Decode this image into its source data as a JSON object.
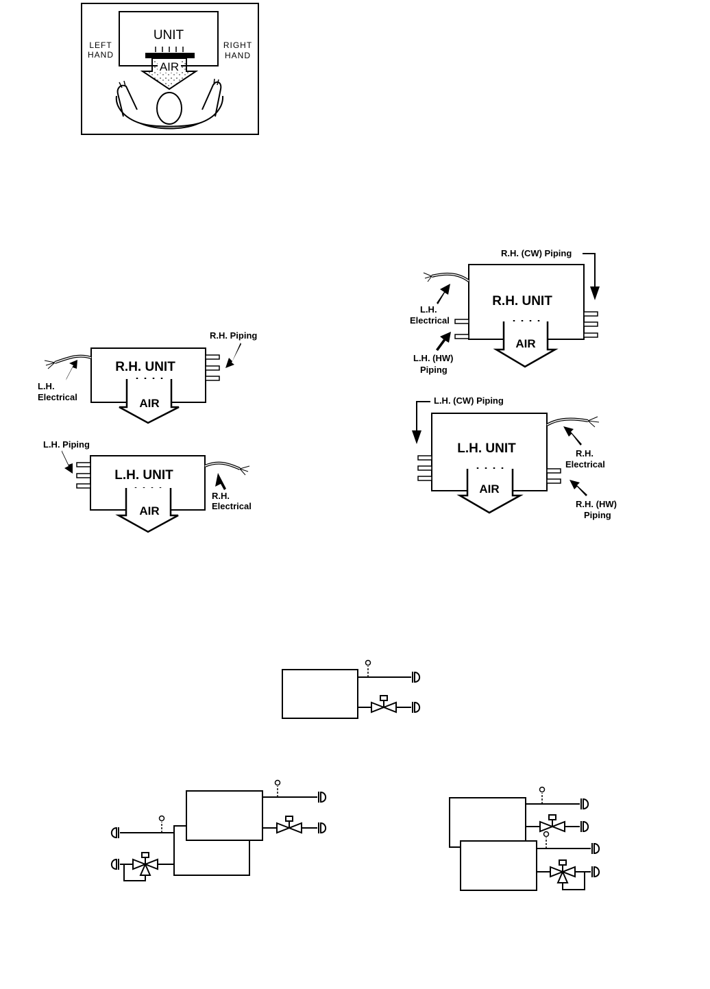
{
  "orientation_key": {
    "unit": "UNIT",
    "air": "AIR",
    "left_hand": [
      "LEFT",
      "HAND"
    ],
    "right_hand": [
      "RIGHT",
      "HAND"
    ]
  },
  "single_coil_rh": {
    "unit": "R.H. UNIT",
    "air": "AIR",
    "piping": "R.H. Piping",
    "electrical": [
      "L.H.",
      "Electrical"
    ]
  },
  "single_coil_lh": {
    "unit": "L.H. UNIT",
    "air": "AIR",
    "piping": "L.H. Piping",
    "electrical": [
      "R.H.",
      "Electrical"
    ]
  },
  "dual_coil_rh": {
    "unit": "R.H. UNIT",
    "air": "AIR",
    "cw_piping": "R.H. (CW) Piping",
    "electrical": [
      "L.H.",
      "Electrical"
    ],
    "hw_piping": [
      "L.H. (HW)",
      "Piping"
    ]
  },
  "dual_coil_lh": {
    "unit": "L.H. UNIT",
    "air": "AIR",
    "cw_piping": "L.H. (CW) Piping",
    "electrical": [
      "R.H.",
      "Electrical"
    ],
    "hw_piping": [
      "R.H. (HW)",
      "Piping"
    ]
  }
}
